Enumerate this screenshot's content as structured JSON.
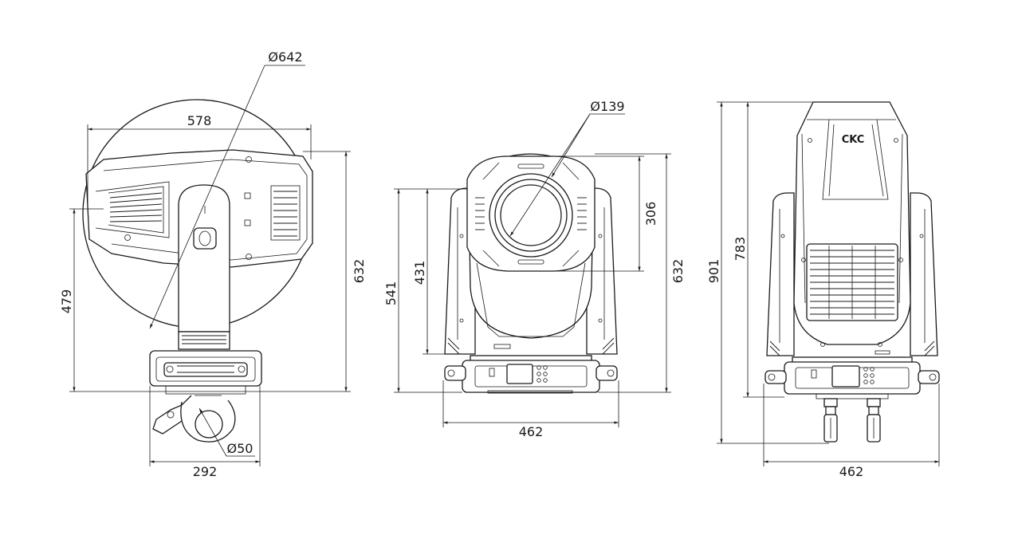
{
  "brand": {
    "logo": "CKC"
  },
  "views": {
    "side": {
      "dims": {
        "swing_dia": "Ø642",
        "head_len": "578",
        "height_total": "632",
        "height_axis": "479",
        "base_width": "292",
        "clamp_dia": "Ø50"
      }
    },
    "front": {
      "dims": {
        "lens_dia": "Ø139",
        "lens_height": "306",
        "height_total": "632",
        "yoke_height": "541",
        "arm_height": "431",
        "base_width": "462"
      }
    },
    "rear": {
      "dims": {
        "height_max": "901",
        "height_base": "783",
        "base_width": "462"
      }
    }
  }
}
